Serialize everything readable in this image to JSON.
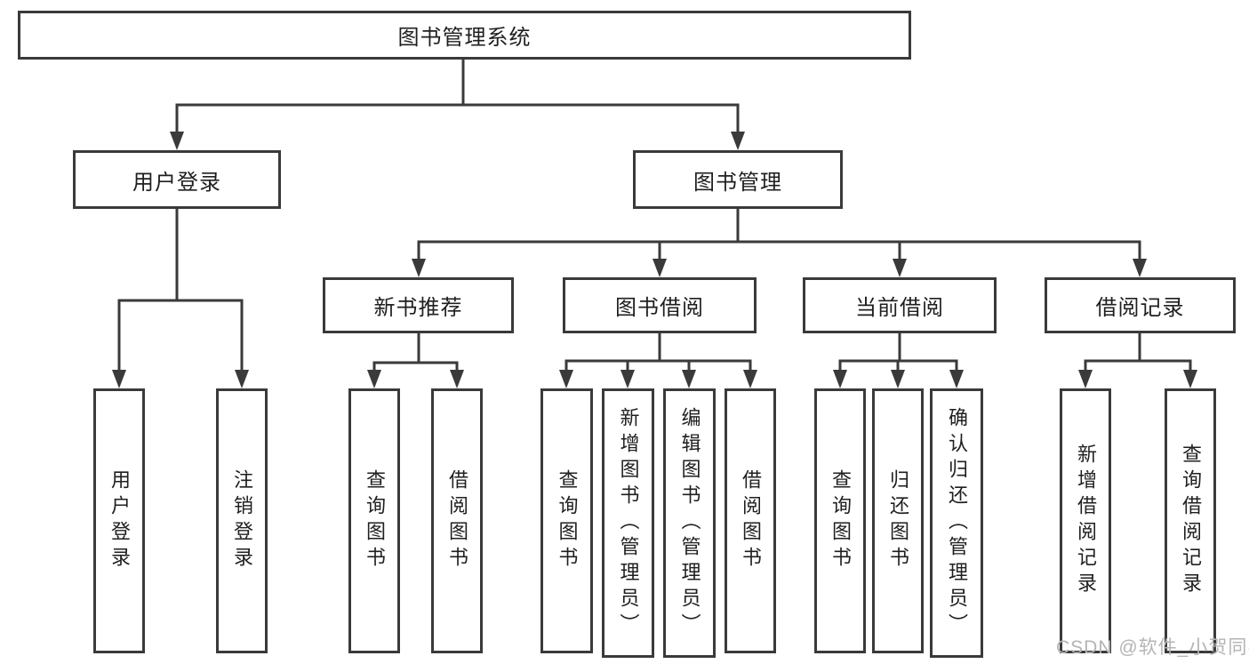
{
  "diagram": {
    "title": "图书管理系统",
    "nodes": {
      "root": "图书管理系统",
      "user_login": "用户登录",
      "book_management": "图书管理",
      "new_book_recommendation": "新书推荐",
      "book_borrowing": "图书借阅",
      "current_borrowing": "当前借阅",
      "borrowing_records": "借阅记录",
      "leaf_user_login": "用户登录",
      "leaf_logout": "注销登录",
      "leaf_query_books_1": "查询图书",
      "leaf_borrow_books_1": "借阅图书",
      "leaf_query_books_2": "查询图书",
      "leaf_add_book_admin": "新增图书（管理员）",
      "leaf_edit_book_admin": "编辑图书（管理员）",
      "leaf_borrow_books_2": "借阅图书",
      "leaf_query_books_3": "查询图书",
      "leaf_return_books": "归还图书",
      "leaf_confirm_return_admin": "确认归还（管理员）",
      "leaf_add_borrow_record": "新增借阅记录",
      "leaf_query_borrow_record": "查询借阅记录"
    }
  },
  "watermark": "CSDN @软件_小贺同学",
  "colors": {
    "line": "#3a3a3a",
    "text": "#1f1f1f",
    "watermark": "#b4b4b4",
    "background": "#ffffff"
  }
}
